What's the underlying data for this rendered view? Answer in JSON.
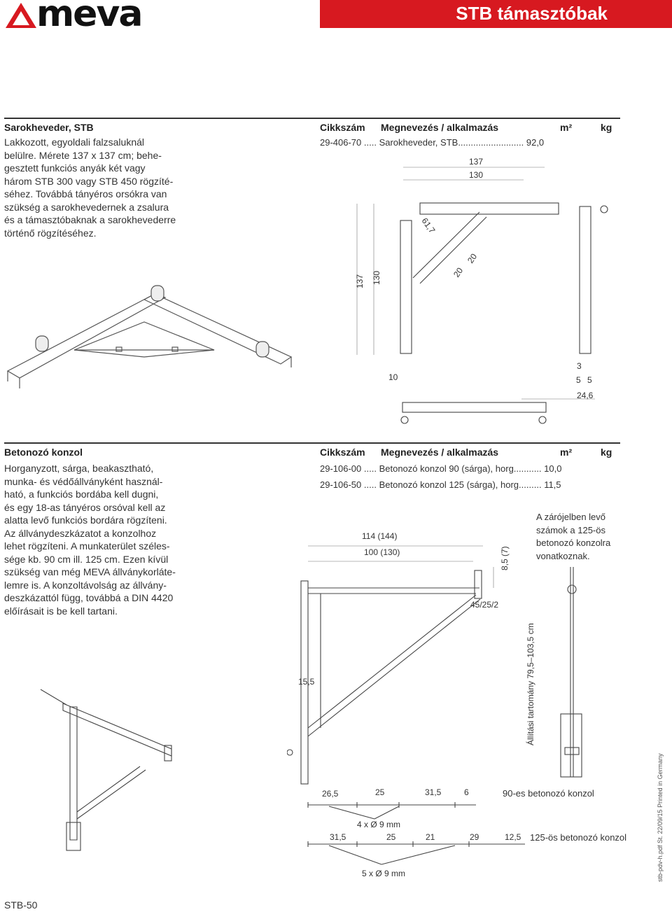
{
  "brand": {
    "logo_text": "meva",
    "accent": "#d71920"
  },
  "page_title": "STB támasztóbak",
  "section1": {
    "title": "Sarokheveder, STB",
    "description": [
      "Lakkozott, egyoldali falzsaluknál",
      "belülre. Mérete 137 x 137 cm; behe-",
      "gesztett funkciós anyák két vagy",
      "három STB 300 vagy STB 450 rögzíté-",
      "séhez. Továbbá tányéros orsókra van",
      "szükség a sarokhevedernek a zsalura",
      "és a támasztóbaknak a sarokhevederre",
      "történő rögzítéséhez."
    ],
    "table": {
      "headers": {
        "code": "Cikkszám",
        "name": "Megnevezés / alkalmazás",
        "m2": "m²",
        "kg": "kg"
      },
      "rows": [
        {
          "code": "29-406-70",
          "name": "Sarokheveder, STB",
          "kg": "92,0"
        }
      ]
    },
    "dimensions": {
      "top_outer": "137",
      "top_inner": "130",
      "side_outer": "137",
      "side_inner": "130",
      "diag": "61,7",
      "d20a": "20",
      "d20b": "20",
      "bottom_10": "10",
      "right_3": "3",
      "right_5a": "5",
      "right_5b": "5",
      "right_246": "24,6"
    }
  },
  "section2": {
    "title": "Betonozó konzol",
    "description": [
      "Horganyzott, sárga, beakasztható,",
      "munka- és védőállványként használ-",
      "ható, a funkciós bordába kell dugni,",
      "és egy 18-as tányéros orsóval kell az",
      "alatta levő funkciós bordára rögzíteni.",
      "Az állványdeszkázatot a konzolhoz",
      "lehet rögzíteni. A munkaterület széles-",
      "sége kb. 90 cm ill. 125 cm. Ezen kívül",
      "szükség van még MEVA állványkorláte-",
      "lemre is. A konzoltávolság az állvány-",
      "deszkázattól függ, továbbá a DIN 4420",
      "előírásait is be kell tartani."
    ],
    "table": {
      "headers": {
        "code": "Cikkszám",
        "name": "Megnevezés / alkalmazás",
        "m2": "m²",
        "kg": "kg"
      },
      "rows": [
        {
          "code": "29-106-00",
          "name": "Betonozó konzol 90 (sárga), horg.",
          "kg": "10,0"
        },
        {
          "code": "29-106-50",
          "name": "Betonozó konzol 125 (sárga), horg.",
          "kg": "11,5"
        }
      ]
    },
    "note": [
      "A zárójelben levő",
      "számok a 125-ös",
      "betonozó konzolra",
      "vonatkoznak."
    ],
    "dimensions": {
      "outer": "114 (144)",
      "inner": "100 (130)",
      "h85": "8,5 (7)",
      "angle": "45/25/2",
      "d155": "15,5",
      "range": "Állítási tartomány 79,5–103,5 cm"
    },
    "row90": {
      "a": "26,5",
      "b": "25",
      "c": "31,5",
      "d": "6",
      "holes": "4 x Ø 9 mm",
      "label": "90-es betonozó konzol"
    },
    "row125": {
      "a": "31,5",
      "b": "25",
      "c": "21",
      "d": "29",
      "e": "12,5",
      "holes": "5 x Ø 9 mm",
      "label": "125-ös betonozó konzol"
    }
  },
  "footer": {
    "page_code": "STB-50",
    "print_note": "stb-pdv-h.pdf St. 22/09/15 Printed in Germany"
  }
}
